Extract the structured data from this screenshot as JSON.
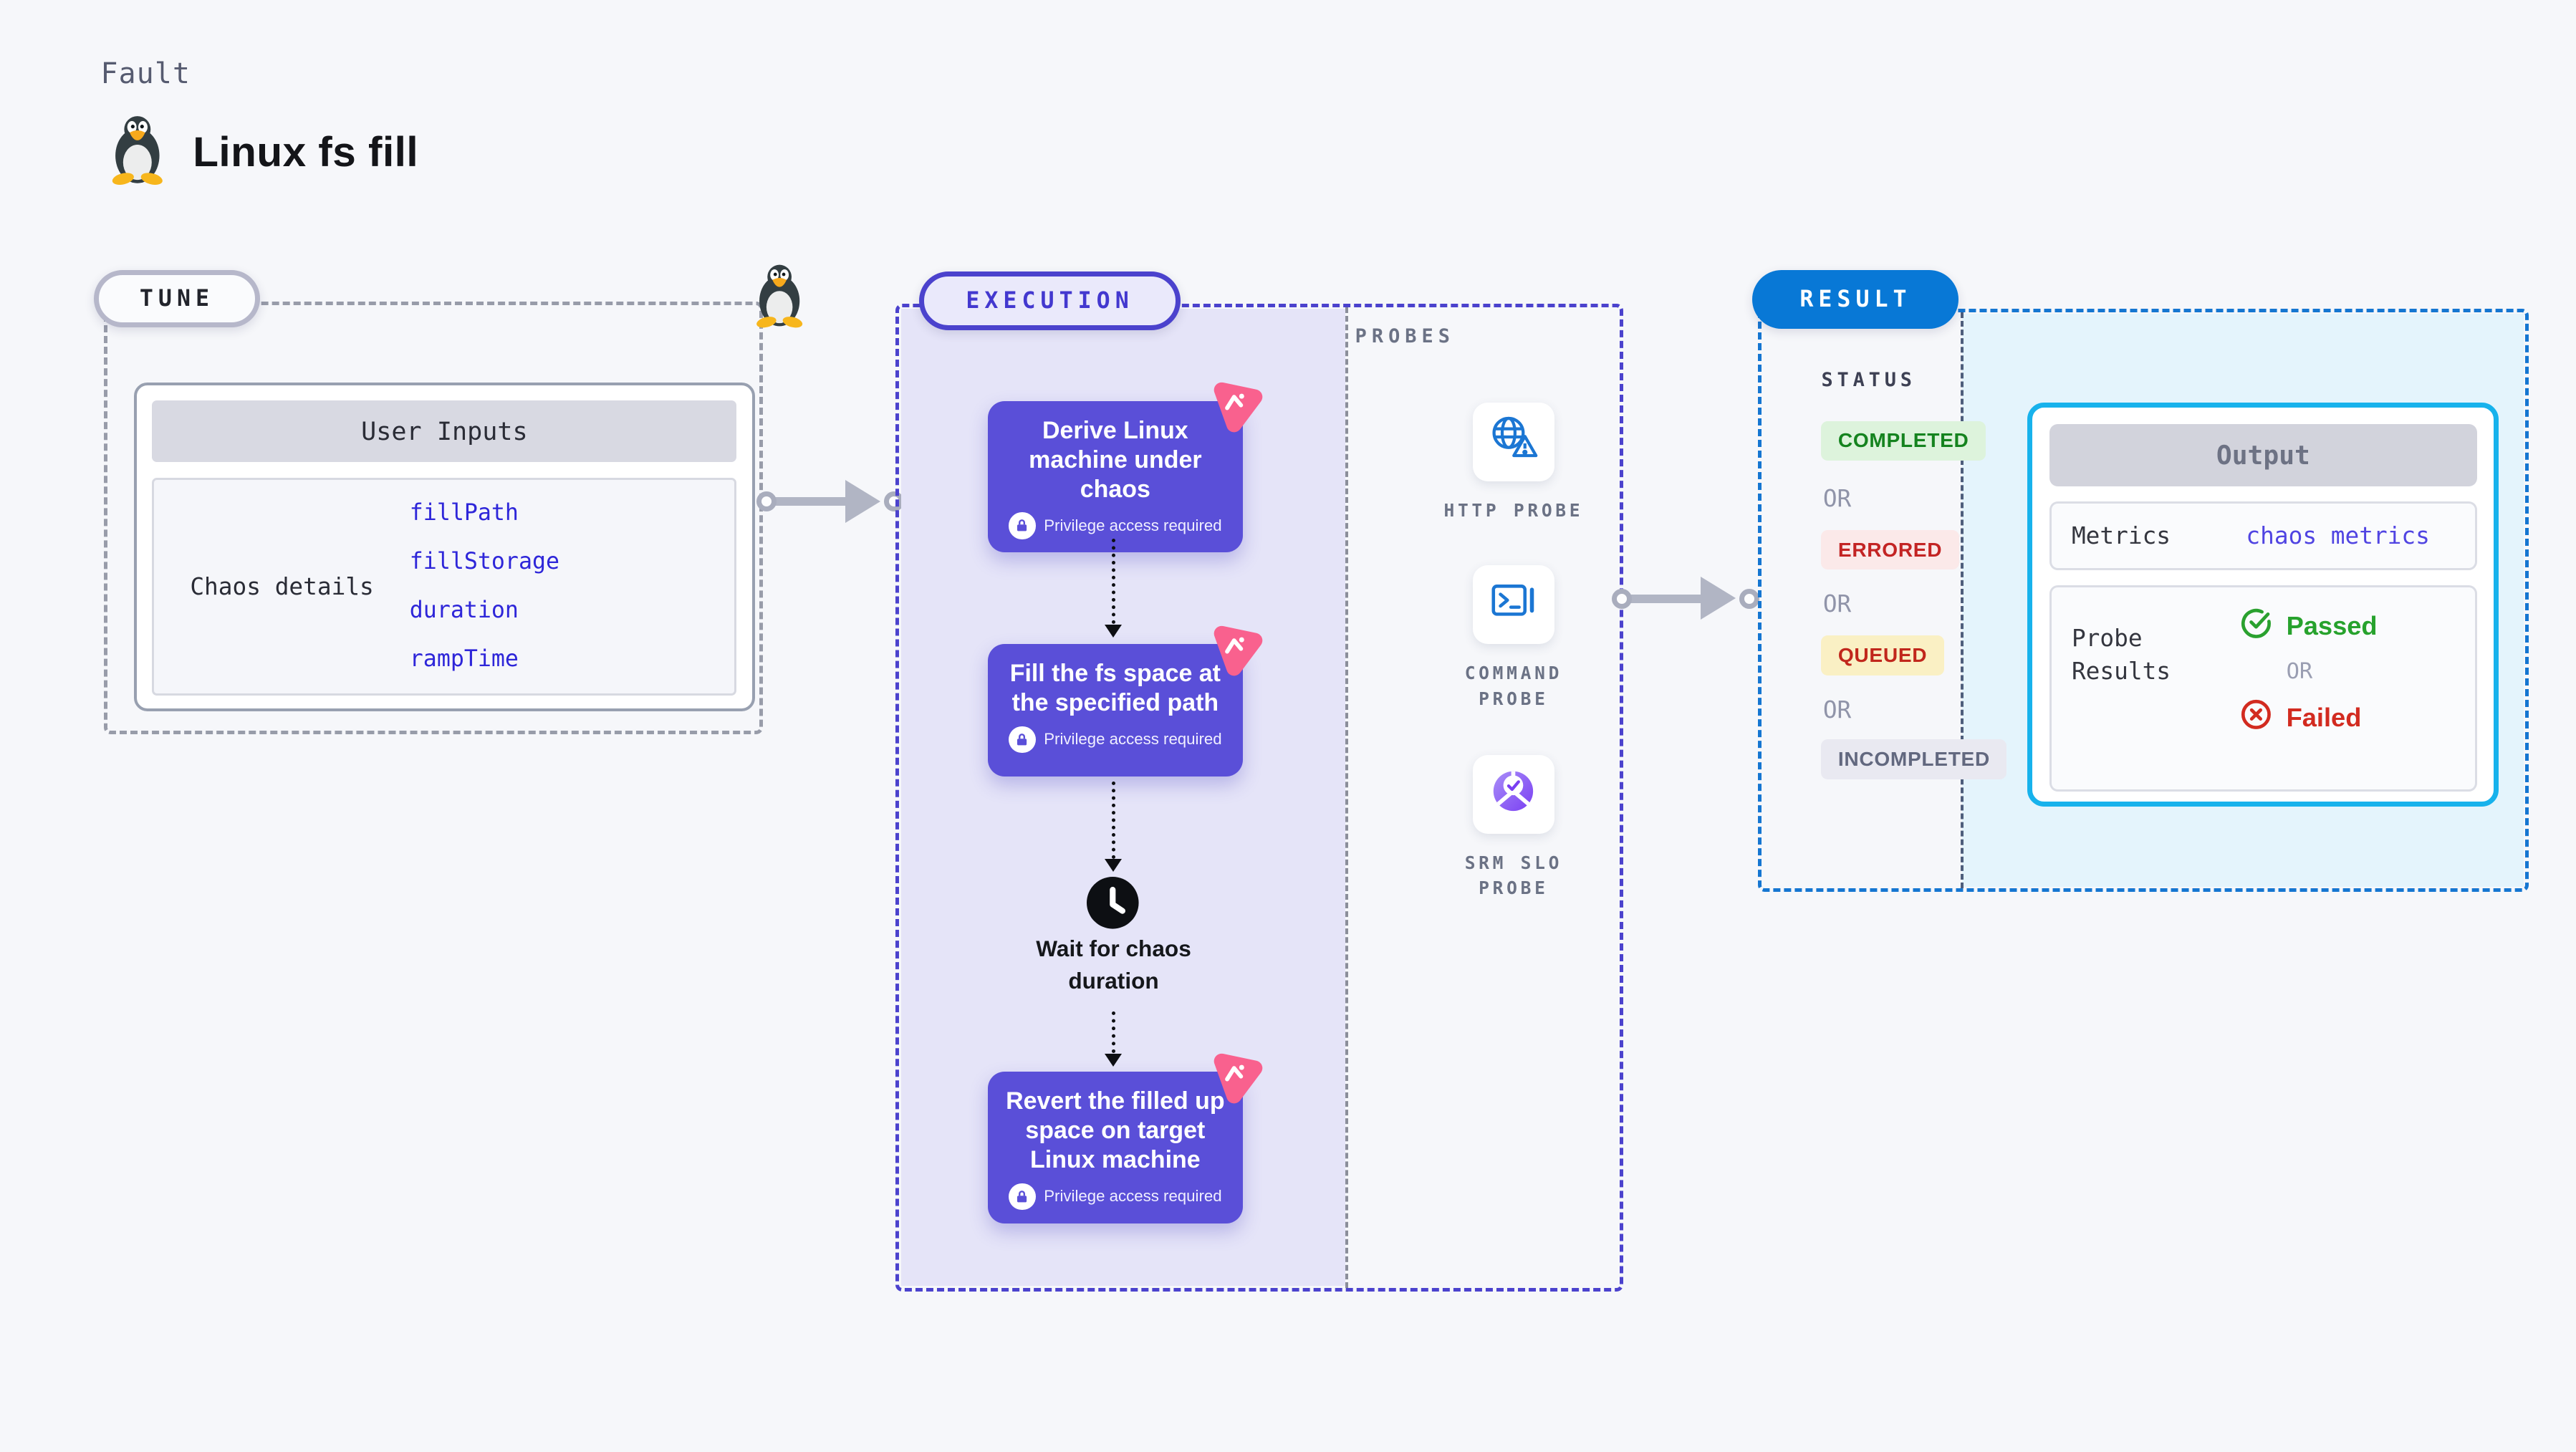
{
  "page": {
    "kicker": "Fault",
    "title": "Linux fs fill"
  },
  "tune": {
    "label": "TUNE",
    "user_inputs": {
      "header": "User Inputs",
      "row_label": "Chaos details",
      "values": [
        "fillPath",
        "fillStorage",
        "duration",
        "rampTime"
      ]
    }
  },
  "execution": {
    "label": "EXECUTION",
    "steps": [
      {
        "title": "Derive Linux machine under chaos",
        "note": "Privilege access required"
      },
      {
        "title": "Fill the fs space at the specified path",
        "note": "Privilege access required"
      },
      {
        "title": "Revert the filled up space on target Linux machine",
        "note": "Privilege access required"
      }
    ],
    "wait_label": "Wait for chaos duration"
  },
  "probes": {
    "label": "PROBES",
    "items": [
      {
        "name": "HTTP PROBE",
        "icon": "globe-alert-icon"
      },
      {
        "name": "COMMAND PROBE",
        "icon": "terminal-icon"
      },
      {
        "name": "SRM SLO PROBE",
        "icon": "slo-donut-icon"
      }
    ]
  },
  "result": {
    "label": "RESULT",
    "status": {
      "heading": "STATUS",
      "separator": "OR",
      "badges": [
        {
          "label": "COMPLETED",
          "fg": "#15831f",
          "bg": "#ddf3dc"
        },
        {
          "label": "ERRORED",
          "fg": "#c32424",
          "bg": "#fbe9e9"
        },
        {
          "label": "QUEUED",
          "fg": "#c1271c",
          "bg": "#faf0c4"
        },
        {
          "label": "INCOMPLETED",
          "fg": "#62687f",
          "bg": "#e9e9f1"
        }
      ]
    },
    "output": {
      "header": "Output",
      "metrics_label": "Metrics",
      "metrics_value": "chaos metrics",
      "probe_results_label": "Probe Results",
      "passed": "Passed",
      "or": "OR",
      "failed": "Failed"
    }
  },
  "colors": {
    "page_bg": "#f6f7fa",
    "step_card": "#5a4fd8",
    "execution_border": "#4b42cd",
    "execution_fill": "#e5e4f8",
    "result_blue": "#0878d6",
    "result_fill": "#e4f4fc",
    "output_border": "#17b2ec",
    "value_blue": "#2e26d9",
    "chaos_pink": "#f9618e",
    "passed_green": "#27a22d",
    "failed_red": "#d22b20",
    "probe_icon_blue": "#1b76d3"
  }
}
